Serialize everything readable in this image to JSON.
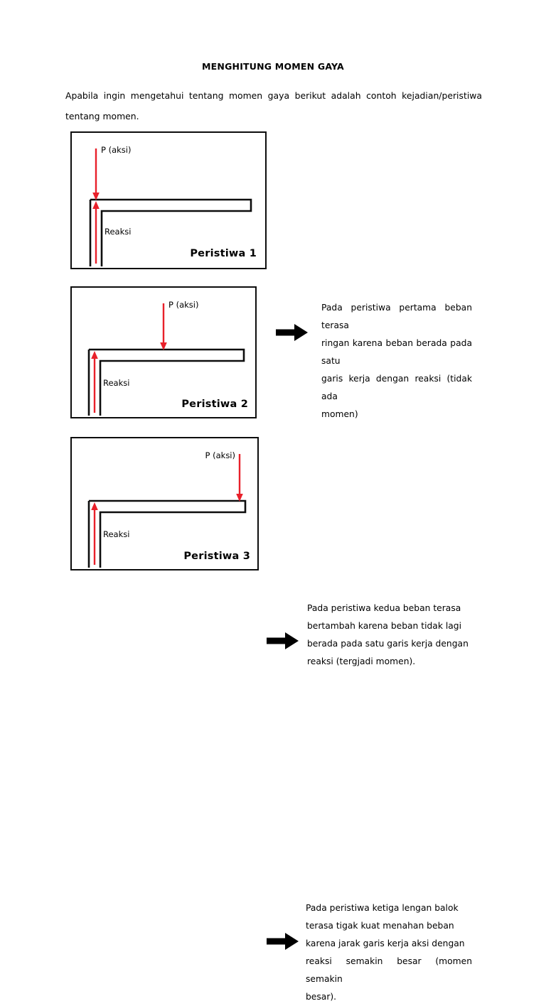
{
  "document": {
    "title": "MENGHITUNG MOMEN GAYA",
    "intro": "Apabila ingin mengetahui tentang momen gaya berikut adalah contoh kejadian/peristiwa tentang momen."
  },
  "colors": {
    "force_arrow": "#e8202a",
    "beam_outline": "#0d0d0d",
    "box_border": "#0d0d0d",
    "text": "#000000",
    "page_background": "#ffffff"
  },
  "panels": [
    {
      "id": "peristiwa-1",
      "caption": "Peristiwa 1",
      "action_label": "P (aksi)",
      "action_label_side": "right",
      "reaction_label": "Reaksi",
      "action_position": "at-column-left-end-of-beam",
      "explanation": "Pada peristiwa pertama beban terasa ringan karena beban berada pada satu garis kerja dengan reaksi (tidak ada momen)",
      "explanation_lines": [
        "Pada peristiwa pertama beban terasa",
        "ringan karena beban berada pada satu",
        "garis kerja dengan reaksi (tidak ada",
        "momen)"
      ],
      "arrow_icon": "right-block-arrow-icon"
    },
    {
      "id": "peristiwa-2",
      "caption": "Peristiwa 2",
      "action_label": "P (aksi)",
      "action_label_side": "right",
      "reaction_label": "Reaksi",
      "action_position": "mid-span-of-beam",
      "explanation": "Pada peristiwa kedua beban terasa bertambah karena beban tidak lagi berada pada satu garis kerja dengan reaksi (tergjadi momen).",
      "explanation_lines": [
        "Pada peristiwa kedua beban terasa",
        "bertambah karena beban tidak lagi",
        "berada pada satu garis kerja dengan",
        "reaksi (tergjadi momen)."
      ],
      "arrow_icon": "right-block-arrow-icon"
    },
    {
      "id": "peristiwa-3",
      "caption": "Peristiwa 3",
      "action_label": "P (aksi)",
      "action_label_side": "left",
      "reaction_label": "Reaksi",
      "action_position": "free-end-of-beam",
      "explanation": "Pada peristiwa ketiga lengan balok terasa tigak kuat menahan beban karena jarak garis kerja aksi dengan reaksi semakin besar (momen semakin besar).",
      "explanation_lines": [
        "Pada peristiwa ketiga lengan balok",
        "terasa tigak kuat menahan beban",
        "karena jarak garis kerja aksi dengan",
        "reaksi semakin besar (momen semakin",
        "besar)."
      ],
      "arrow_icon": "right-block-arrow-icon"
    }
  ]
}
